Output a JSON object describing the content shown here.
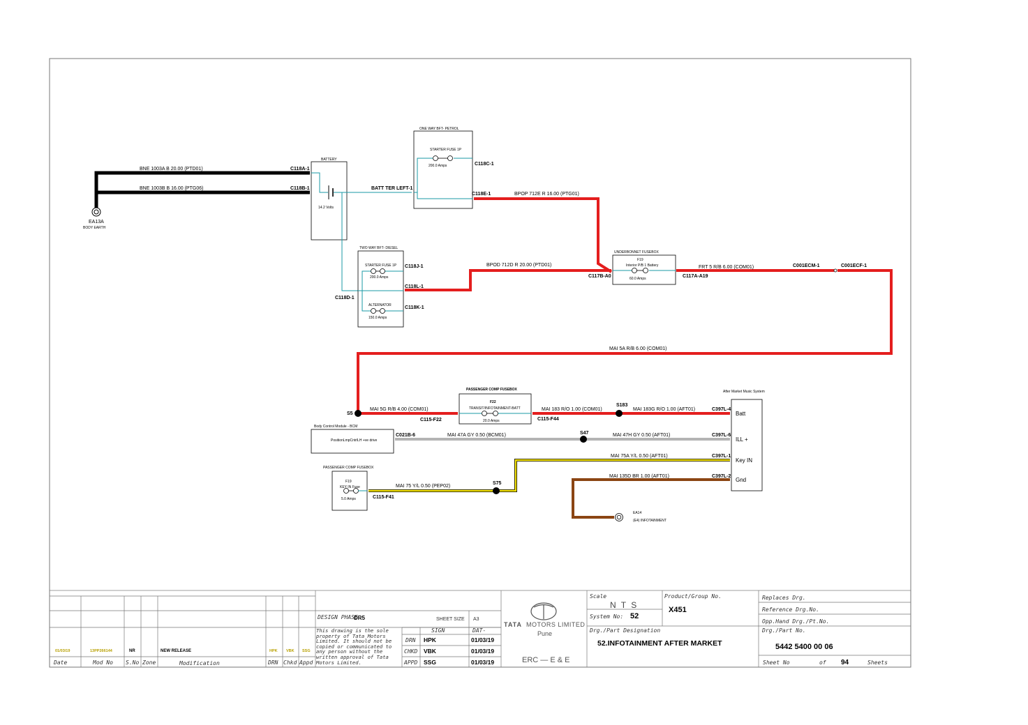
{
  "colors": {
    "red": "#e41e1e",
    "black": "#000000",
    "teal": "#1a9aa6",
    "gray": "#b4b4b4",
    "yellow": "#f2e000",
    "brown": "#8b4513",
    "revision_text": "#b8a000"
  },
  "wires": {
    "bne_1003a": "BNE   1003A   B   20.00   (PTD01)",
    "bne_1003b": "BNE    1003B  B 16.00  (PTG06)",
    "bpop_712e": "BPOP   712E   R   16.00   (PTG01)",
    "bpod_712d": "BPOD   712D   R   20.00   (PTD01)",
    "frt_5": "FRT   5   R/B   6.00   (COM01)",
    "mai_5a": "MAI   5A   R/B   6.00   (COM01)",
    "mai_5g": "MAI   5G   R/B   4.00   (COM01)",
    "mai_183": "MAI   183   R/O   1.00   (COM01)",
    "mai_183g": "MAI   183G   R/O   1.00   (AFT01)",
    "mai_47a": "MAI   47A   GY   0.50   (BCM01)",
    "mai_47h": "MAI   47H   GY   0.50   (AFT01)",
    "mai_75a": "MAI   75A   Y/L   0.50   (AFT01)",
    "mai_75": "MAI   75   Y/L   0.50   (PEP02)",
    "mai_135d": "MAI   135D   BR   1.00   (AFT01)"
  },
  "connectors": {
    "c118a1": "C118A-1",
    "c118b1": "C118B-1",
    "batt_ter": "BATT TER LEFT-1",
    "c118c1": "C118C-1",
    "c118e1": "C118E-1",
    "c118j1": "C118J-1",
    "c118l1": "C118L-1",
    "c118k1": "C118K-1",
    "c118d1": "C118D-1",
    "c117b": "C117B-A0",
    "c117a": "C117A-A19",
    "c001ecm": "C001ECM-1",
    "c001ecf": "C001ECF-1",
    "s5": "S5",
    "c115f22": "C115-F22",
    "c115f44": "C115-F44",
    "s183": "S183",
    "c397l4": "C397L-4",
    "c021b6": "C021B-6",
    "s47": "S47",
    "c397l6": "C397L-6",
    "c397l1": "C397L-1",
    "c397l2": "C397L-2",
    "s75": "S75",
    "c115f41": "C115-F41"
  },
  "components": {
    "battery_title": "BATTERY",
    "battery_volts": "14.2 Volts",
    "body_earth_id": "EA13A",
    "body_earth_label": "BODY EARTH",
    "petrol_title": "ONE WAY BFT- PETROL",
    "petrol_fuse": "STARTER FUSE 1P",
    "petrol_amps": "200.0 Amps",
    "diesel_title": "TWO WAY BFT- DIESEL",
    "diesel_fuse1": "STARTER FUSE 1P",
    "diesel_amps1": "200.0 Amps",
    "diesel_fuse2": "ALTERNATOR",
    "diesel_amps2": "150.0 Amps",
    "ubfb_title": "UNDERBONNET FUSEBOX",
    "ubfb_fuse_id": "F19",
    "ubfb_fuse_name": "Interior P/B 1 Battery",
    "ubfb_amps": "60.0 Amps",
    "pcfb_title": "PASSENGER COMP FUSEBOX",
    "pcfb_fuse_id": "F22",
    "pcfb_fuse_name": "TRANSIT/INFOTAINMENT-BATT",
    "pcfb_amps": "20.0 Amps",
    "bcm_title": "Body Control Module - BCM",
    "bcm_text": "PositionLmpCntrlLH +ve drive",
    "pcfb2_title": "PASSENGER COMP FUSEBOX",
    "pcfb2_fuse_id": "F19",
    "pcfb2_fuse_name": "KEY IN Fuse",
    "pcfb2_amps": "5.0 Amps",
    "ams_title": "After Market Music System",
    "ams_pins": [
      "Batt",
      "ILL +",
      "Key IN",
      "Gnd"
    ],
    "ea14_id": "EA14",
    "ea14_label": "(E4) INFOTAINMENT"
  },
  "title_block": {
    "revision": {
      "date": "01/03/19",
      "mod_no": "13PP266144",
      "s_no": "NR",
      "modification": "NEW RELEASE",
      "drn": "HPK",
      "chkd": "VBK",
      "appd": "SSG"
    },
    "headers": {
      "date": "Date",
      "mod_no": "Mod No",
      "s_no": "S.No",
      "zone": "Zone",
      "modification": "Modification",
      "drn": "DRN",
      "chkd": "Chkd",
      "appd": "Appd"
    },
    "design_phase_label": "DESIGN PHASE",
    "design_phase_value": "DR5",
    "sheet_size_label": "SHEET SIZE",
    "sheet_size_value": "A3",
    "notice": "This drawing is the sole property of Tata Motors Limited. It should not be copied or communicated to any person without the written approval of Tata Motors Limited.",
    "sign_label": "SIGN",
    "date_label": "DAT-",
    "drn_label": "DRN",
    "drn_sign": "HPK",
    "drn_date": "01/03/19",
    "chkd_label": "CHKD",
    "chkd_sign": "VBK",
    "chkd_date": "01/03/19",
    "appd_label": "APPD",
    "appd_sign": "SSG",
    "appd_date": "01/03/19",
    "company_brand": "TATA",
    "company_name": "MOTORS LIMITED",
    "company_city": "Pune",
    "company_dept": "ERC — E & E",
    "scale_label": "Scale",
    "scale_value": "N T S",
    "system_label": "System No:",
    "system_value": "52",
    "product_label": "Product/Group No.",
    "product_value": "X451",
    "designation_label": "Drg./Part Designation",
    "designation_value": "52.INFOTAINMENT AFTER MARKET",
    "replaces_label": "Replaces Drg.",
    "reference_label": "Reference Drg.No.",
    "opp_label": "Opp.Hand Drg./Pt.No.",
    "part_label": "Drg./Part No.",
    "part_value": "5442 5400 00 06",
    "sheet_no_label": "Sheet No",
    "of_label": "of",
    "sheets_value": "94",
    "sheets_label": "Sheets"
  }
}
